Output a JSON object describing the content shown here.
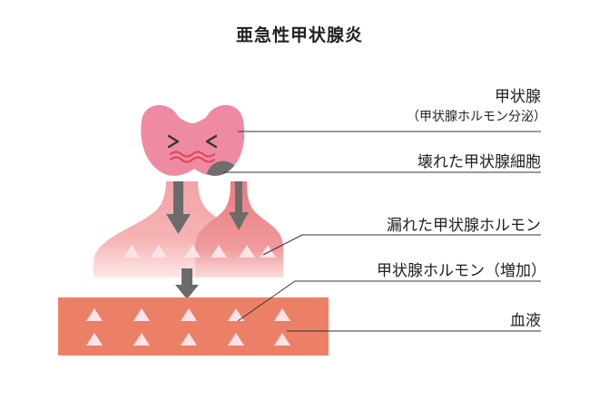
{
  "title": "亜急性甲状腺炎",
  "labels": {
    "thyroid": "甲状腺",
    "thyroid_sub": "（甲状腺ホルモン分泌）",
    "broken_cells": "壊れた甲状腺細胞",
    "leaked_hormone": "漏れた甲状腺ホルモン",
    "hormone_increase": "甲状腺ホルモン（増加）",
    "blood": "血液"
  },
  "colors": {
    "thyroid_pink": "#ee8aa2",
    "face_lines": "#333333",
    "mouth_red": "#e0405a",
    "damage_gray": "#6e6e6e",
    "arrow_gray": "#6b6b6b",
    "reservoir_pink": "#f2a9aa",
    "reservoir_dark": "#e87e80",
    "blood_orange": "#ec8067",
    "triangle_light": "#fbe3e6",
    "leader_line": "#333333"
  },
  "icons": [
    "down-arrow-icon",
    "triangle-hormone-icon"
  ]
}
